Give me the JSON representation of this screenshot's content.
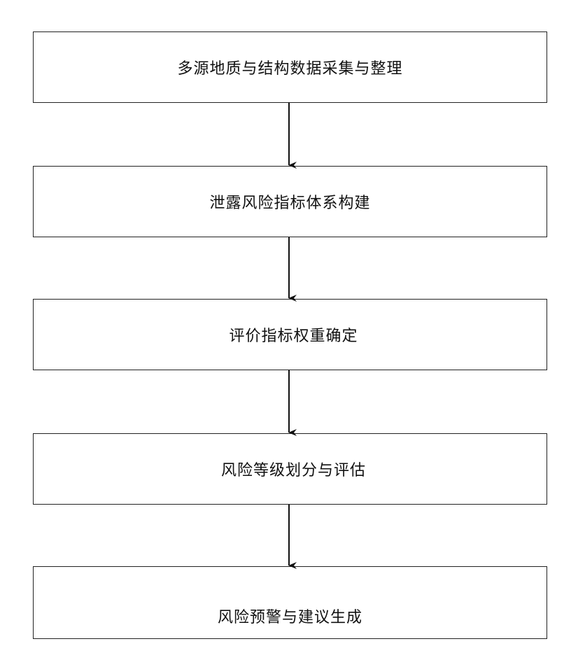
{
  "flowchart": {
    "steps": [
      {
        "label": "多源地质与结构数据采集与整理"
      },
      {
        "label": "泄露风险指标体系构建"
      },
      {
        "label": "评价指标权重确定"
      },
      {
        "label": "风险等级划分与评估"
      },
      {
        "label": "风险预警与建议生成"
      }
    ]
  }
}
